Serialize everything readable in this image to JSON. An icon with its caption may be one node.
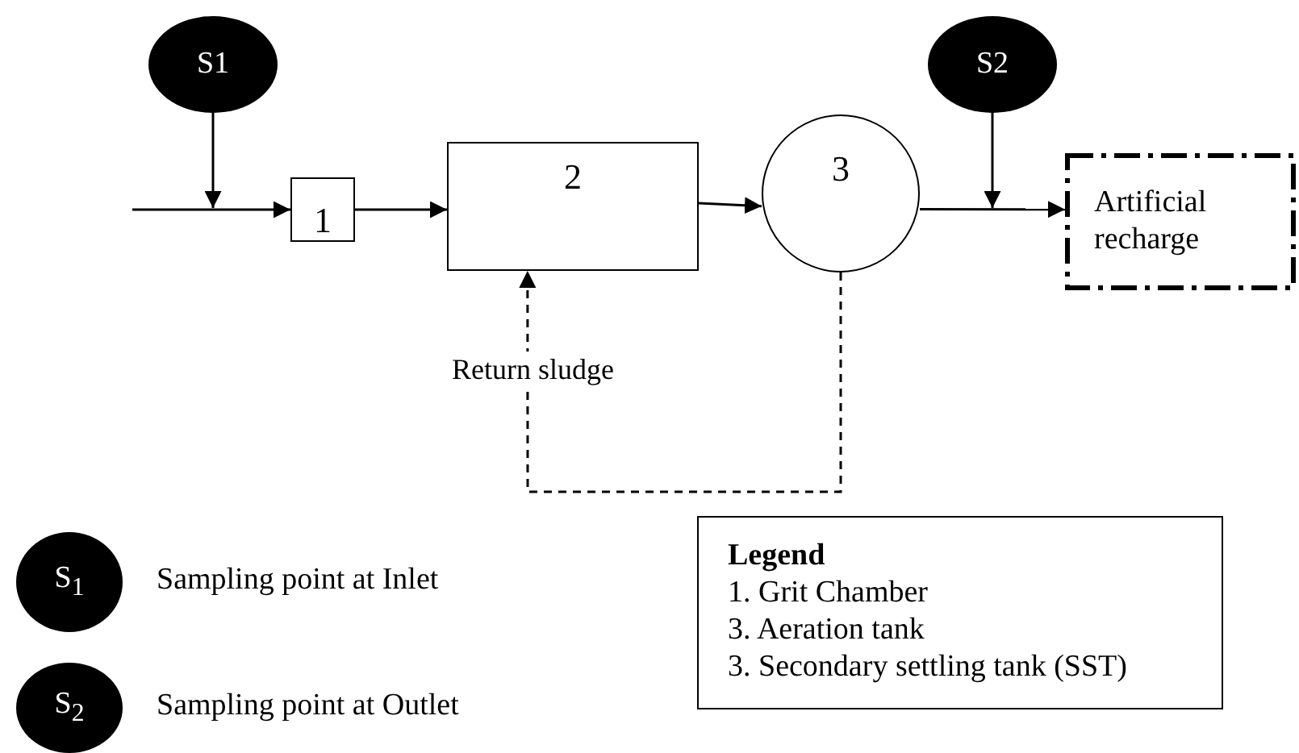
{
  "diagram": {
    "nodes": [
      {
        "text": [
          "S1"
        ]
      },
      {
        "text": [
          "S2"
        ]
      },
      {
        "text": [
          "1"
        ]
      },
      {
        "text": [
          "2"
        ]
      },
      {
        "text": [
          "3"
        ]
      },
      {
        "text": [
          "Artificial recharge"
        ]
      },
      {
        "text": [
          "Legend",
          "1. Grit Chamber",
          "3. Aeration tank",
          "3. Secondary settling tank (SST)"
        ]
      },
      {
        "text": [
          "S$_{1}$"
        ],
        "beside": [
          "Sampling point at Inlet"
        ]
      },
      {
        "text": [
          "S$_{2}$"
        ],
        "beside": [
          "Sampling point at Outlet"
        ]
      }
    ],
    "edges": [
      {
        "from": null,
        "to": 2,
        "arrow": "to"
      },
      {
        "from": 0,
        "to": null,
        "arrow": "to"
      },
      {
        "from": 2,
        "to": 3,
        "arrow": "to"
      },
      {
        "from": 3,
        "to": 4,
        "arrow": "to"
      },
      {
        "from": 4,
        "to": 5,
        "arrow": "to"
      },
      {
        "from": 1,
        "to": null,
        "arrow": "to"
      },
      {
        "from": 4,
        "to": 3,
        "arrow": "to",
        "style": "dashed",
        "label": "Return sludge"
      }
    ]
  }
}
